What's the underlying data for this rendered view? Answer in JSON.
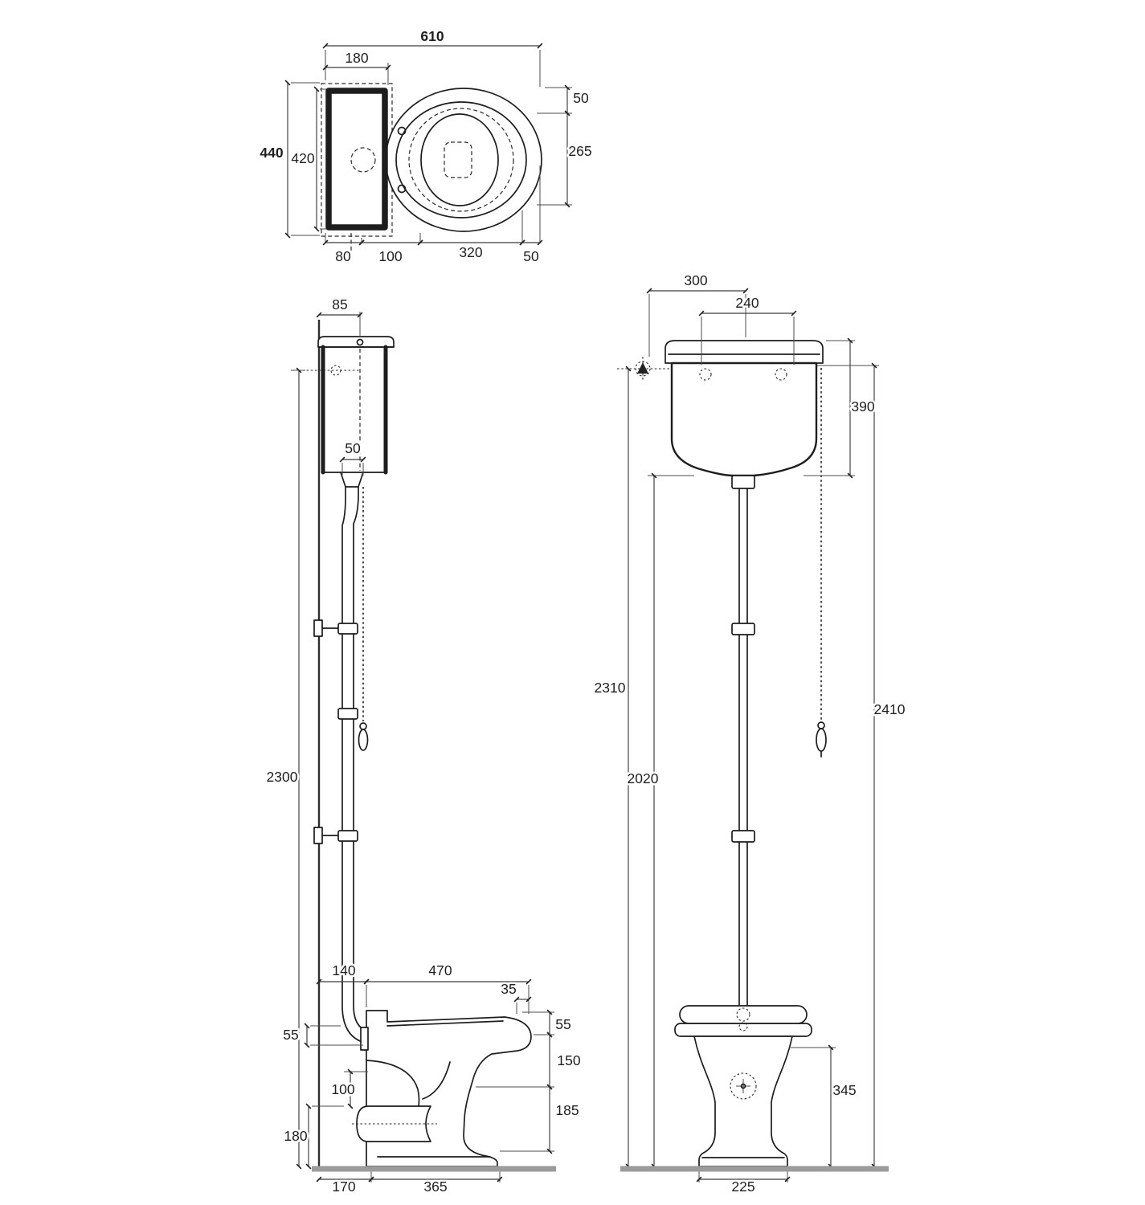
{
  "top_view": {
    "overall_width": "610",
    "cistern_width": "180",
    "overall_depth": "440",
    "seat_depth": "420",
    "rim_gap": "50",
    "bowl_opening": "265",
    "seg_a": "80",
    "seg_b": "100",
    "seg_c": "320",
    "seg_d": "50"
  },
  "side_view": {
    "wall_offset": "85",
    "pipe_dia": "50",
    "install_height": "2300",
    "rear_offset": "140",
    "pan_depth": "470",
    "lip": "35",
    "bend_drop": "55",
    "rim_thickness": "55",
    "bowl_front_height": "150",
    "outlet_dia": "100",
    "lower_height": "185",
    "outlet_height": "180",
    "base_rear": "170",
    "base_length": "365"
  },
  "front_view": {
    "inlet_offset": "300",
    "hole_spacing": "240",
    "cistern_height": "390",
    "pipe_height": "2310",
    "under_cistern": "2020",
    "overall_height": "2410",
    "pan_height": "345",
    "base_width": "225"
  }
}
